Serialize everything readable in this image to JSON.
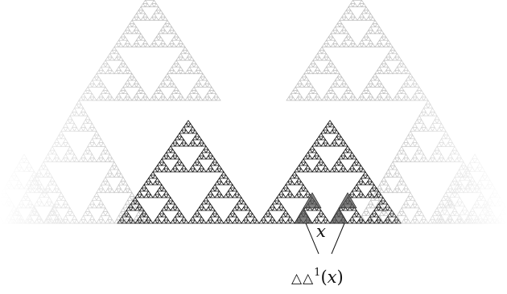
{
  "figure": {
    "point_label": "x",
    "operator_label": {
      "symbols": "△△",
      "exponent": "1",
      "argument_open": "(",
      "argument_var": "x",
      "argument_close": ")"
    },
    "colors": {
      "solid": "#111111",
      "highlight": "#555555",
      "fade": "#bbbbbb"
    }
  }
}
